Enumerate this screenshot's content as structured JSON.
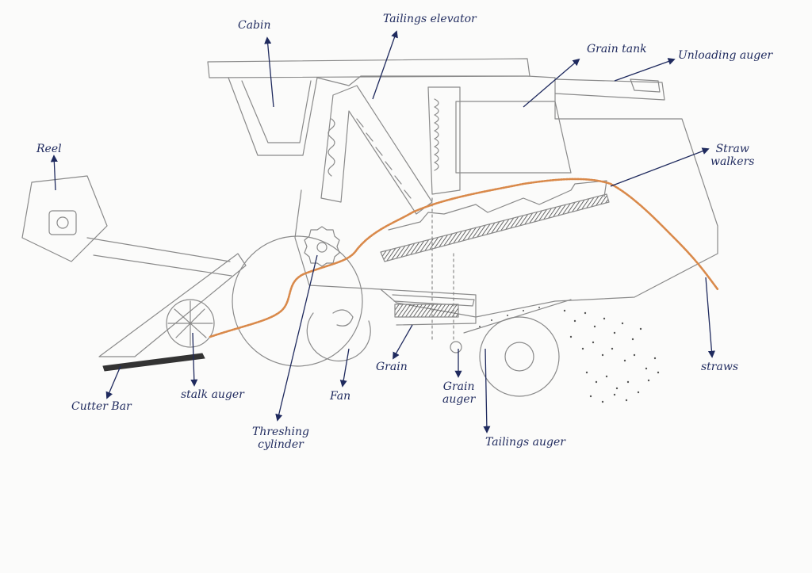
{
  "labels": {
    "cabin": "Cabin",
    "tailings_elevator": "Tailings elevator",
    "grain_tank": "Grain tank",
    "unloading_auger": "Unloading auger",
    "reel": "Reel",
    "straw_walkers": "Straw\nwalkers",
    "straws": "straws",
    "cutter_bar": "Cutter Bar",
    "stalk_auger": "stalk auger",
    "fan": "Fan",
    "grain": "Grain",
    "grain_auger": "Grain\nauger",
    "threshing_cylinder": "Threshing\ncylinder",
    "tailings_auger": "Tailings auger"
  },
  "colors": {
    "pencil": "#8a8a8a",
    "label_ink": "#1f2a5e",
    "straw_path": "#d9894a",
    "grain_particles": "#555555",
    "paper": "#fbfbfa"
  }
}
